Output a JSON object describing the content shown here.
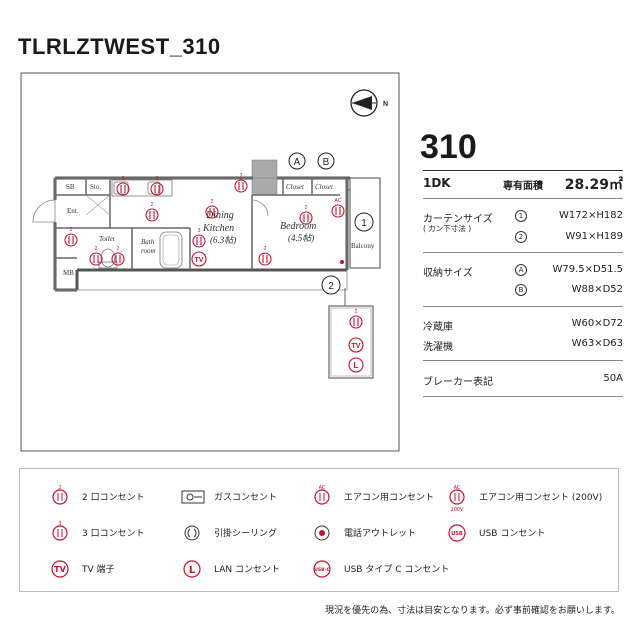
{
  "title": "TLRLZTWEST_310",
  "unit_number": "310",
  "compass_label": "N",
  "plan_labels": {
    "sb": "SB",
    "sto": "Sto.",
    "ent": "Ent.",
    "toilet": "Toilet",
    "bath_1": "Bath",
    "bath_2": "room",
    "mb": "MB",
    "dk_1": "Dining",
    "dk_2": "Kitchen",
    "dk_3": "(6.3帖)",
    "bed_1": "Bedroom",
    "bed_2": "(4.5帖)",
    "closet_a": "Closet",
    "closet_b": "Closet",
    "balcony": "Balcony",
    "marker_a": "A",
    "marker_b": "B",
    "marker_1": "1",
    "marker_2": "2",
    "outlet_2": "2",
    "outlet_3": "3",
    "outlet_ac": "AC",
    "tv": "TV",
    "lan": "L"
  },
  "spec": {
    "layout": "1DK",
    "area_label": "専有面積",
    "area_value": "28.29㎡",
    "curtain_label": "カーテンサイズ",
    "curtain_sub": "( カン下寸法 )",
    "curtain_rows": [
      {
        "mark": "1",
        "value": "W172×H182"
      },
      {
        "mark": "2",
        "value": "W91×H189"
      }
    ],
    "storage_label": "収納サイズ",
    "storage_rows": [
      {
        "mark": "A",
        "value": "W79.5×D51.5"
      },
      {
        "mark": "B",
        "value": "W88×D52"
      }
    ],
    "fridge_label": "冷蔵庫",
    "fridge_value": "W60×D72",
    "washer_label": "洗濯機",
    "washer_value": "W63×D63",
    "breaker_label": "ブレーカー表記",
    "breaker_value": "50A"
  },
  "legend": {
    "items": [
      {
        "icon": "outlet-2-icon",
        "label": "2 口コンセント",
        "sup": "2"
      },
      {
        "icon": "gas-outlet-icon",
        "label": "ガスコンセント"
      },
      {
        "icon": "ac-outlet-icon",
        "label": "エアコン用コンセント",
        "sup": "AC"
      },
      {
        "icon": "ac-200v-outlet-icon",
        "label": "エアコン用コンセント (200V)",
        "sup": "AC",
        "sub": "200V"
      },
      {
        "icon": "outlet-3-icon",
        "label": "3 口コンセント",
        "sup": "3"
      },
      {
        "icon": "ceiling-hook-icon",
        "label": "引掛シーリング"
      },
      {
        "icon": "phone-outlet-icon",
        "label": "電話アウトレット"
      },
      {
        "icon": "usb-outlet-icon",
        "label": "USB コンセント",
        "glyph": "USB"
      },
      {
        "icon": "tv-terminal-icon",
        "label": "TV 端子",
        "glyph": "TV"
      },
      {
        "icon": "lan-outlet-icon",
        "label": "LAN コンセント",
        "glyph": "L"
      },
      {
        "icon": "usb-c-outlet-icon",
        "label": "USB タイプ C コンセント",
        "glyph": "USB-C"
      }
    ]
  },
  "footer_note": "現況を優先の為、寸法は目安となります。必ず事前確認をお願いします。",
  "colors": {
    "accent": "#c8102e",
    "line": "#333333",
    "fill": "#cfcfcf"
  }
}
